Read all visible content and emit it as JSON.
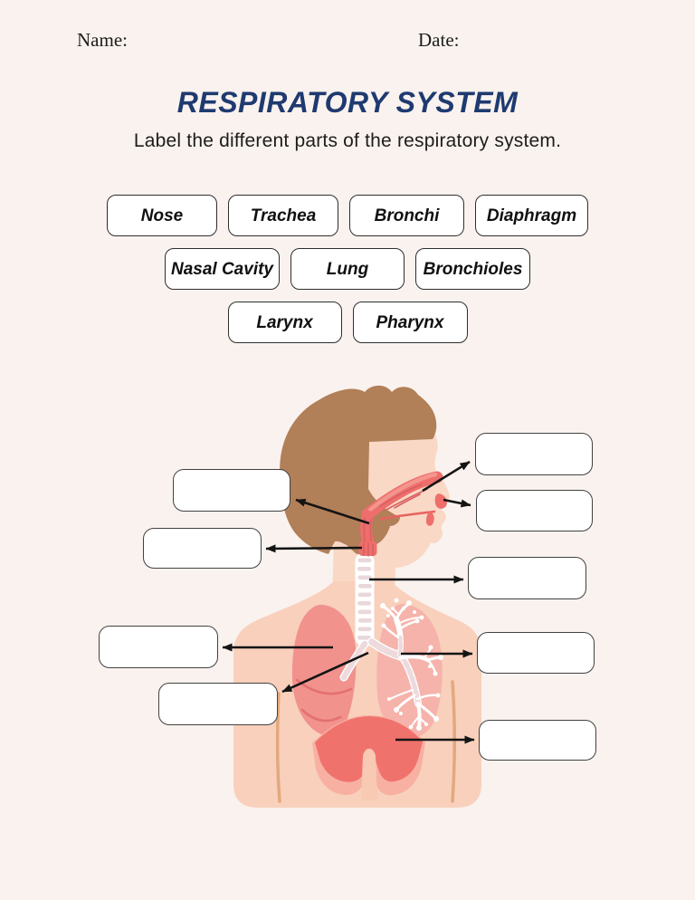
{
  "header": {
    "name_label": "Name:",
    "date_label": "Date:"
  },
  "title": "RESPIRATORY SYSTEM",
  "subtitle": "Label the different parts of the respiratory system.",
  "word_bank": {
    "row1": [
      "Nose",
      "Trachea",
      "Bronchi",
      "Diaphragm"
    ],
    "row2": [
      "Nasal Cavity",
      "Lung",
      "Bronchioles"
    ],
    "row3": [
      "Larynx",
      "Pharynx"
    ]
  },
  "diagram": {
    "description": "Side-view illustration of a person showing the respiratory system with 9 empty label boxes connected by arrows",
    "blank_label_count": 9,
    "colors": {
      "page_background": "#faf2ee",
      "title_text": "#1e3a70",
      "body_text": "#1d1d1b",
      "box_border": "#414141",
      "arrow": "#141414",
      "hair": "#b17f58",
      "skin_face": "#f9d8c5",
      "skin_torso": "#f8d0bc",
      "arm_line": "#e3a87d",
      "organ_red": "#ee6e6c",
      "organ_red_dark": "#d85f60",
      "organ_red_light": "#f4958e",
      "trachea_ring": "#e9d8da",
      "lung_left": "#f1928d",
      "lung_fissure": "#e4706e",
      "lung_right": "#f6b3ab",
      "diaphragm": "#f0726d",
      "diaphragm_shadow": "#f8b0a2"
    }
  }
}
